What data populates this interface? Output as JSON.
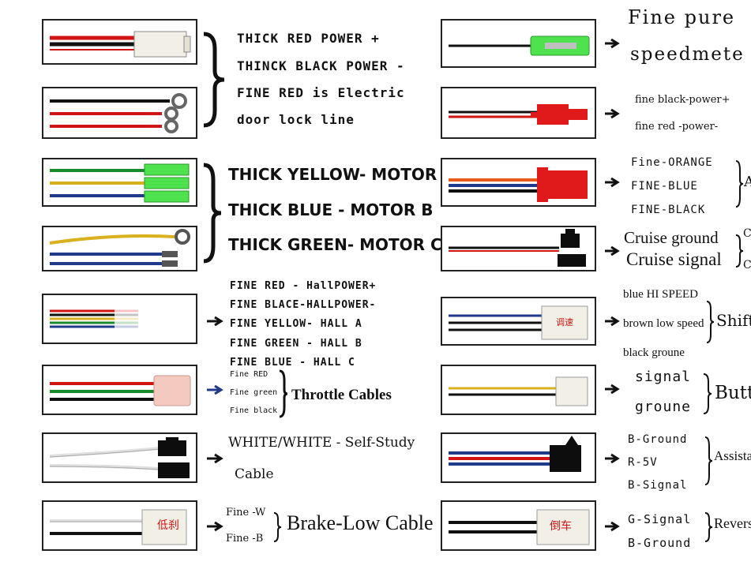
{
  "colors": {
    "red": "#d21414",
    "black": "#111111",
    "yellow": "#d9b01e",
    "blue": "#1f3a8a",
    "green": "#1a8a2e",
    "orange": "#e8591a",
    "white": "#e8e8e8",
    "brown": "#6b3d1c",
    "connector_white": "#f2f0e6",
    "connector_green": "#4ee24e",
    "connector_red": "#e01a1a",
    "connector_pink": "#f4c9c0",
    "connector_black": "#0d0d0d"
  },
  "left": {
    "power": {
      "lines": [
        "THICK RED POWER +",
        "THINCK BLACK POWER -",
        "FINE RED is Electric",
        "door lock line"
      ]
    },
    "motor": {
      "lines": [
        "THICK YELLOW- MOTOR A",
        "THICK BLUE - MOTOR B",
        "THICK GREEN- MOTOR C"
      ]
    },
    "hall": {
      "lines": [
        "FINE RED - HallPOWER+",
        "FINE BLACE-HALLPOWER-",
        "FINE YELLOW- HALL A",
        "FINE GREEN - HALL B",
        "FINE BLUE -  HALL C"
      ]
    },
    "throttle": {
      "wires": [
        "Fine RED",
        "Fine green",
        "Fine black"
      ],
      "label": "Throttle Cables"
    },
    "selfstudy": {
      "line1": "WHITE/WHITE - Self-Study",
      "line2": "Cable"
    },
    "brake": {
      "wires": [
        "Fine -W",
        "Fine -B"
      ],
      "label": "Brake-Low Cable",
      "connector_text": "低刹"
    }
  },
  "right": {
    "speedometer": {
      "line1": "Fine pure",
      "line2": "speedmete"
    },
    "finepower": {
      "lines": [
        "fine black-power+",
        "fine red -power-"
      ]
    },
    "orange": {
      "lines": [
        "Fine-ORANGE",
        "FINE-BLUE",
        "FINE-BLACK"
      ],
      "tail": "A"
    },
    "cruise": {
      "lines": [
        "Cruise ground",
        "Cruise signal"
      ],
      "tail": [
        "C",
        "C"
      ]
    },
    "shift": {
      "lines": [
        "blue HI SPEED",
        "brown low speed",
        "black groune"
      ],
      "label": "Shift",
      "connector_text": "调速"
    },
    "button": {
      "lines": [
        "signal",
        "groune"
      ],
      "label": "Butt"
    },
    "assistant": {
      "lines": [
        "B-Ground",
        "R-5V",
        "B-Signal"
      ],
      "label": "Assistan"
    },
    "reverse": {
      "lines": [
        "G-Signal",
        "B-Ground"
      ],
      "label": "Revers",
      "connector_text": "倒车"
    }
  }
}
